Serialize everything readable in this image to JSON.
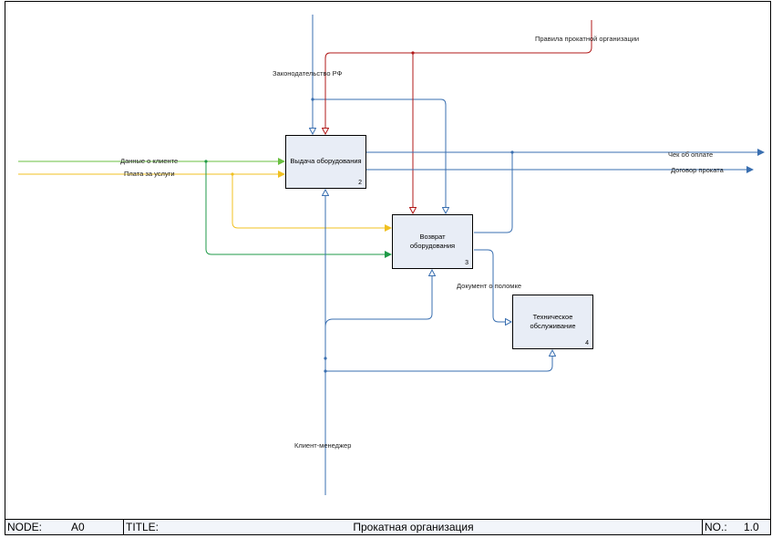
{
  "boxes": [
    {
      "label": "Выдача оборудования",
      "number": "2"
    },
    {
      "label": "Возврат оборудования",
      "number": "3"
    },
    {
      "label": "Техническое обслуживание",
      "number": "4"
    }
  ],
  "arrows": {
    "inputs": {
      "client_data": "Данные о клиенте",
      "payment": "Плата за услуги"
    },
    "controls": {
      "law": "Законодательство РФ",
      "rules": "Правила прокатной организации"
    },
    "outputs": {
      "receipt": "Чек об оплате",
      "contract": "Договор проката",
      "damage_report": "Документ о поломке"
    },
    "mechanisms": {
      "manager": "Клиент-менеджер"
    }
  },
  "colors": {
    "input_green": "#6abf40",
    "input_yellow": "#f0c020",
    "input_darkgreen": "#1f9a48",
    "control_red": "#b01818",
    "flow_blue": "#3a6fb0",
    "box_fill": "#e8edf6"
  },
  "footer": {
    "node_label": "NODE:",
    "node_value": "A0",
    "title_label": "TITLE:",
    "title_value": "Прокатная организация",
    "no_label": "NO.:",
    "no_value": "1.0"
  }
}
